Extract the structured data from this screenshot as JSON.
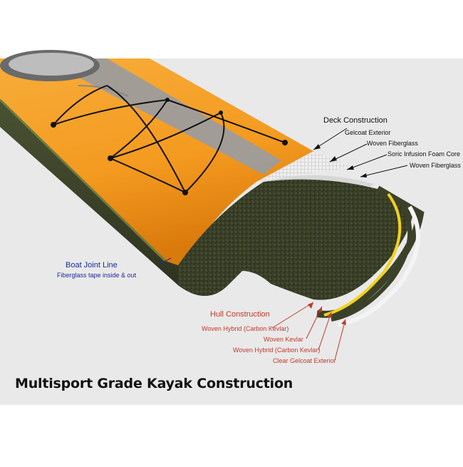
{
  "deck": {
    "title": "Deck Construction",
    "layers": [
      "Gelcoat Exterior",
      "Woven Fiberglass",
      "Soric Infusion Foam Core",
      "Woven Fiberglass"
    ]
  },
  "joint": {
    "title": "Boat Joint Line",
    "subtitle": "Fiberglass tape inside & out"
  },
  "hull": {
    "title": "Hull Construction",
    "layers": [
      "Woven Hybrid (Carbon Kevlar)",
      "Woven Kevlar",
      "Woven Hybrid (Carbon Kevlar)",
      "Clear Gelcoat Exterior"
    ]
  },
  "caption": "Multisport Grade Kayak Construction",
  "colors": {
    "background_panel": "#e9e9e9",
    "deck_orange": "#f49a1f",
    "hull_carbon": "#3b4129",
    "stripe_grey": "#9c9c9c",
    "kevlar_yellow": "#f2d21b",
    "deck_label": "#111111",
    "hull_label": "#c0392b",
    "joint_label": "#1a2a9c"
  }
}
